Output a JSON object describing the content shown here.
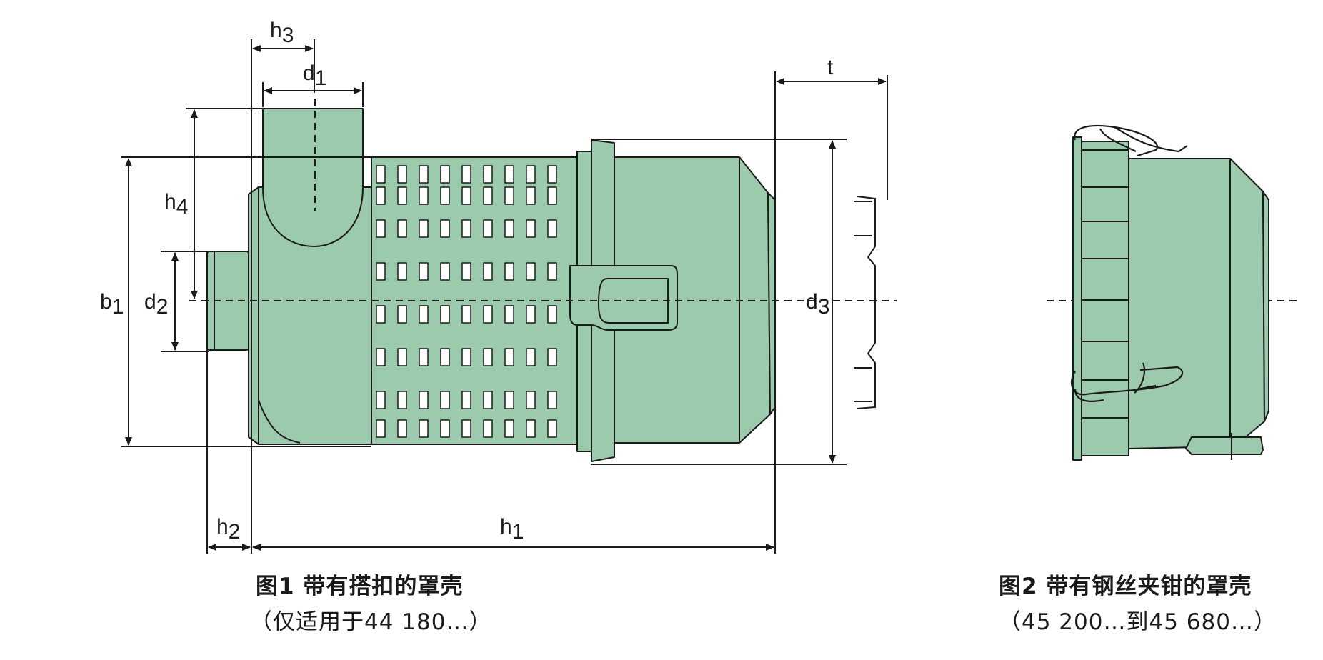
{
  "figure1": {
    "caption": "图1 带有搭扣的罩壳",
    "note": "（仅适用于44 180…）",
    "labels": {
      "h1": {
        "base": "h",
        "sub": "1"
      },
      "h2": {
        "base": "h",
        "sub": "2"
      },
      "h3": {
        "base": "h",
        "sub": "3"
      },
      "h4": {
        "base": "h",
        "sub": "4"
      },
      "d1": {
        "base": "d",
        "sub": "1"
      },
      "d2": {
        "base": "d",
        "sub": "2"
      },
      "d3": {
        "base": "d",
        "sub": "3"
      },
      "b1": {
        "base": "b",
        "sub": "1"
      },
      "t": {
        "base": "t",
        "sub": ""
      }
    }
  },
  "figure2": {
    "caption": "图2 带有钢丝夹钳的罩壳",
    "note": "（45 200…到45 680…）"
  },
  "colors": {
    "housing_fill": "#9ccaad",
    "outline": "#1a1a1a",
    "background": "#ffffff"
  }
}
